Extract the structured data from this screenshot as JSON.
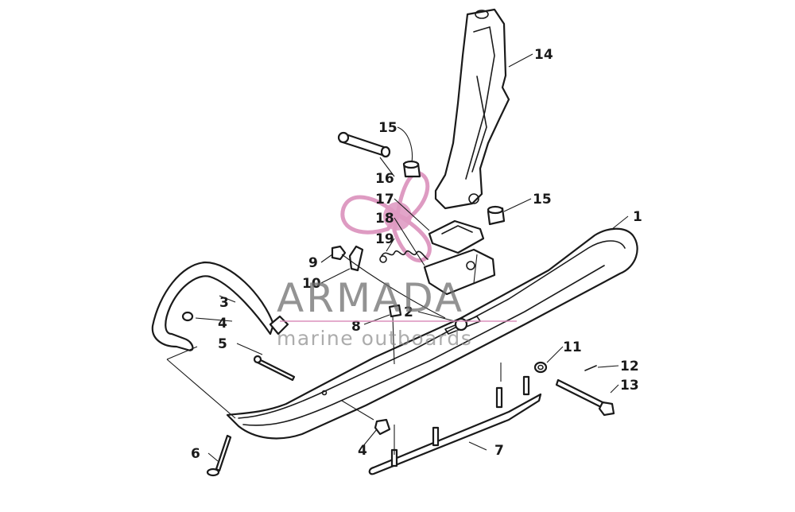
{
  "diagram": {
    "callouts": [
      {
        "id": "c1",
        "label": "1"
      },
      {
        "id": "c2",
        "label": "2"
      },
      {
        "id": "c3",
        "label": "3"
      },
      {
        "id": "c4a",
        "label": "4"
      },
      {
        "id": "c4b",
        "label": "4"
      },
      {
        "id": "c5",
        "label": "5"
      },
      {
        "id": "c6",
        "label": "6"
      },
      {
        "id": "c7",
        "label": "7"
      },
      {
        "id": "c8",
        "label": "8"
      },
      {
        "id": "c9",
        "label": "9"
      },
      {
        "id": "c10",
        "label": "10"
      },
      {
        "id": "c11",
        "label": "11"
      },
      {
        "id": "c12",
        "label": "12"
      },
      {
        "id": "c13",
        "label": "13"
      },
      {
        "id": "c14",
        "label": "14"
      },
      {
        "id": "c15a",
        "label": "15"
      },
      {
        "id": "c15b",
        "label": "15"
      },
      {
        "id": "c16",
        "label": "16"
      },
      {
        "id": "c17",
        "label": "17"
      },
      {
        "id": "c18",
        "label": "18"
      },
      {
        "id": "c19",
        "label": "19"
      }
    ]
  },
  "watermark": {
    "title": "ARMADA",
    "subtitle": "marine outboards",
    "color_logo": "#d98ab8",
    "color_text": "#6f6f6f"
  },
  "colors": {
    "line": "#1a1a1a",
    "background": "#ffffff"
  }
}
